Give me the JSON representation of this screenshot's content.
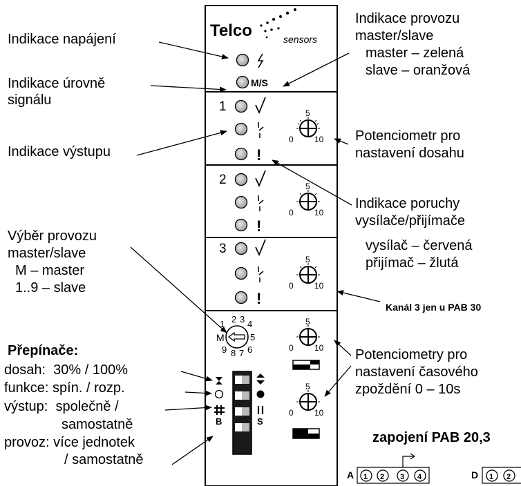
{
  "logo": {
    "brand": "Telco",
    "sub": "sensors"
  },
  "left_labels": {
    "napajeni": "Indikace napájení",
    "urovne_1": "Indikace úrovně",
    "urovne_2": "signálu",
    "vystupu": "Indikace výstupu",
    "vyber_1": "Výběr provozu",
    "vyber_2": "master/slave",
    "vyber_3": "M – master",
    "vyber_4": "1..9 – slave"
  },
  "prepinace": {
    "title": "Přepínače:",
    "rows": [
      "dosah:  30% / 100%",
      "funkce: spín. / rozp.",
      "výstup:  společně /",
      "samostatně",
      "provoz: více jednotek",
      "/ samostatně"
    ]
  },
  "right_labels": {
    "provoz_1": "Indikace provozu",
    "provoz_2": "master/slave",
    "provoz_3": "master – zelená",
    "provoz_4": "slave – oranžová",
    "pot_1": "Potenciometr pro",
    "pot_2": "nastavení dosahu",
    "porucha_1": "Indikace poruchy",
    "porucha_2": "vysílače/přijímače",
    "porucha_3": "vysílač – červená",
    "porucha_4": "přijímač – žlutá",
    "kanal3": "Kanál 3 jen u PAB 30",
    "pots_1": "Potenciometry pro",
    "pots_2": "nastavení časového",
    "pots_3": "zpoždění 0 – 10s",
    "zapojeni": "zapojení PAB 20,3"
  },
  "panel": {
    "ms_label": "M/S",
    "channels": [
      "1",
      "2",
      "3"
    ],
    "pot_top": "5",
    "pot_left": "0",
    "pot_right": "10",
    "dial_digits": [
      "2",
      "3",
      "4",
      "1",
      "M",
      "5",
      "9",
      "6",
      "8",
      "7"
    ],
    "switch_B": "B",
    "switch_S": "S",
    "exclaim": "!"
  },
  "terminals": {
    "A_letter": "A",
    "D_letter": "D",
    "A_pins": [
      "1",
      "2",
      "3",
      "4"
    ],
    "D_pins": [
      "1",
      "2"
    ]
  }
}
